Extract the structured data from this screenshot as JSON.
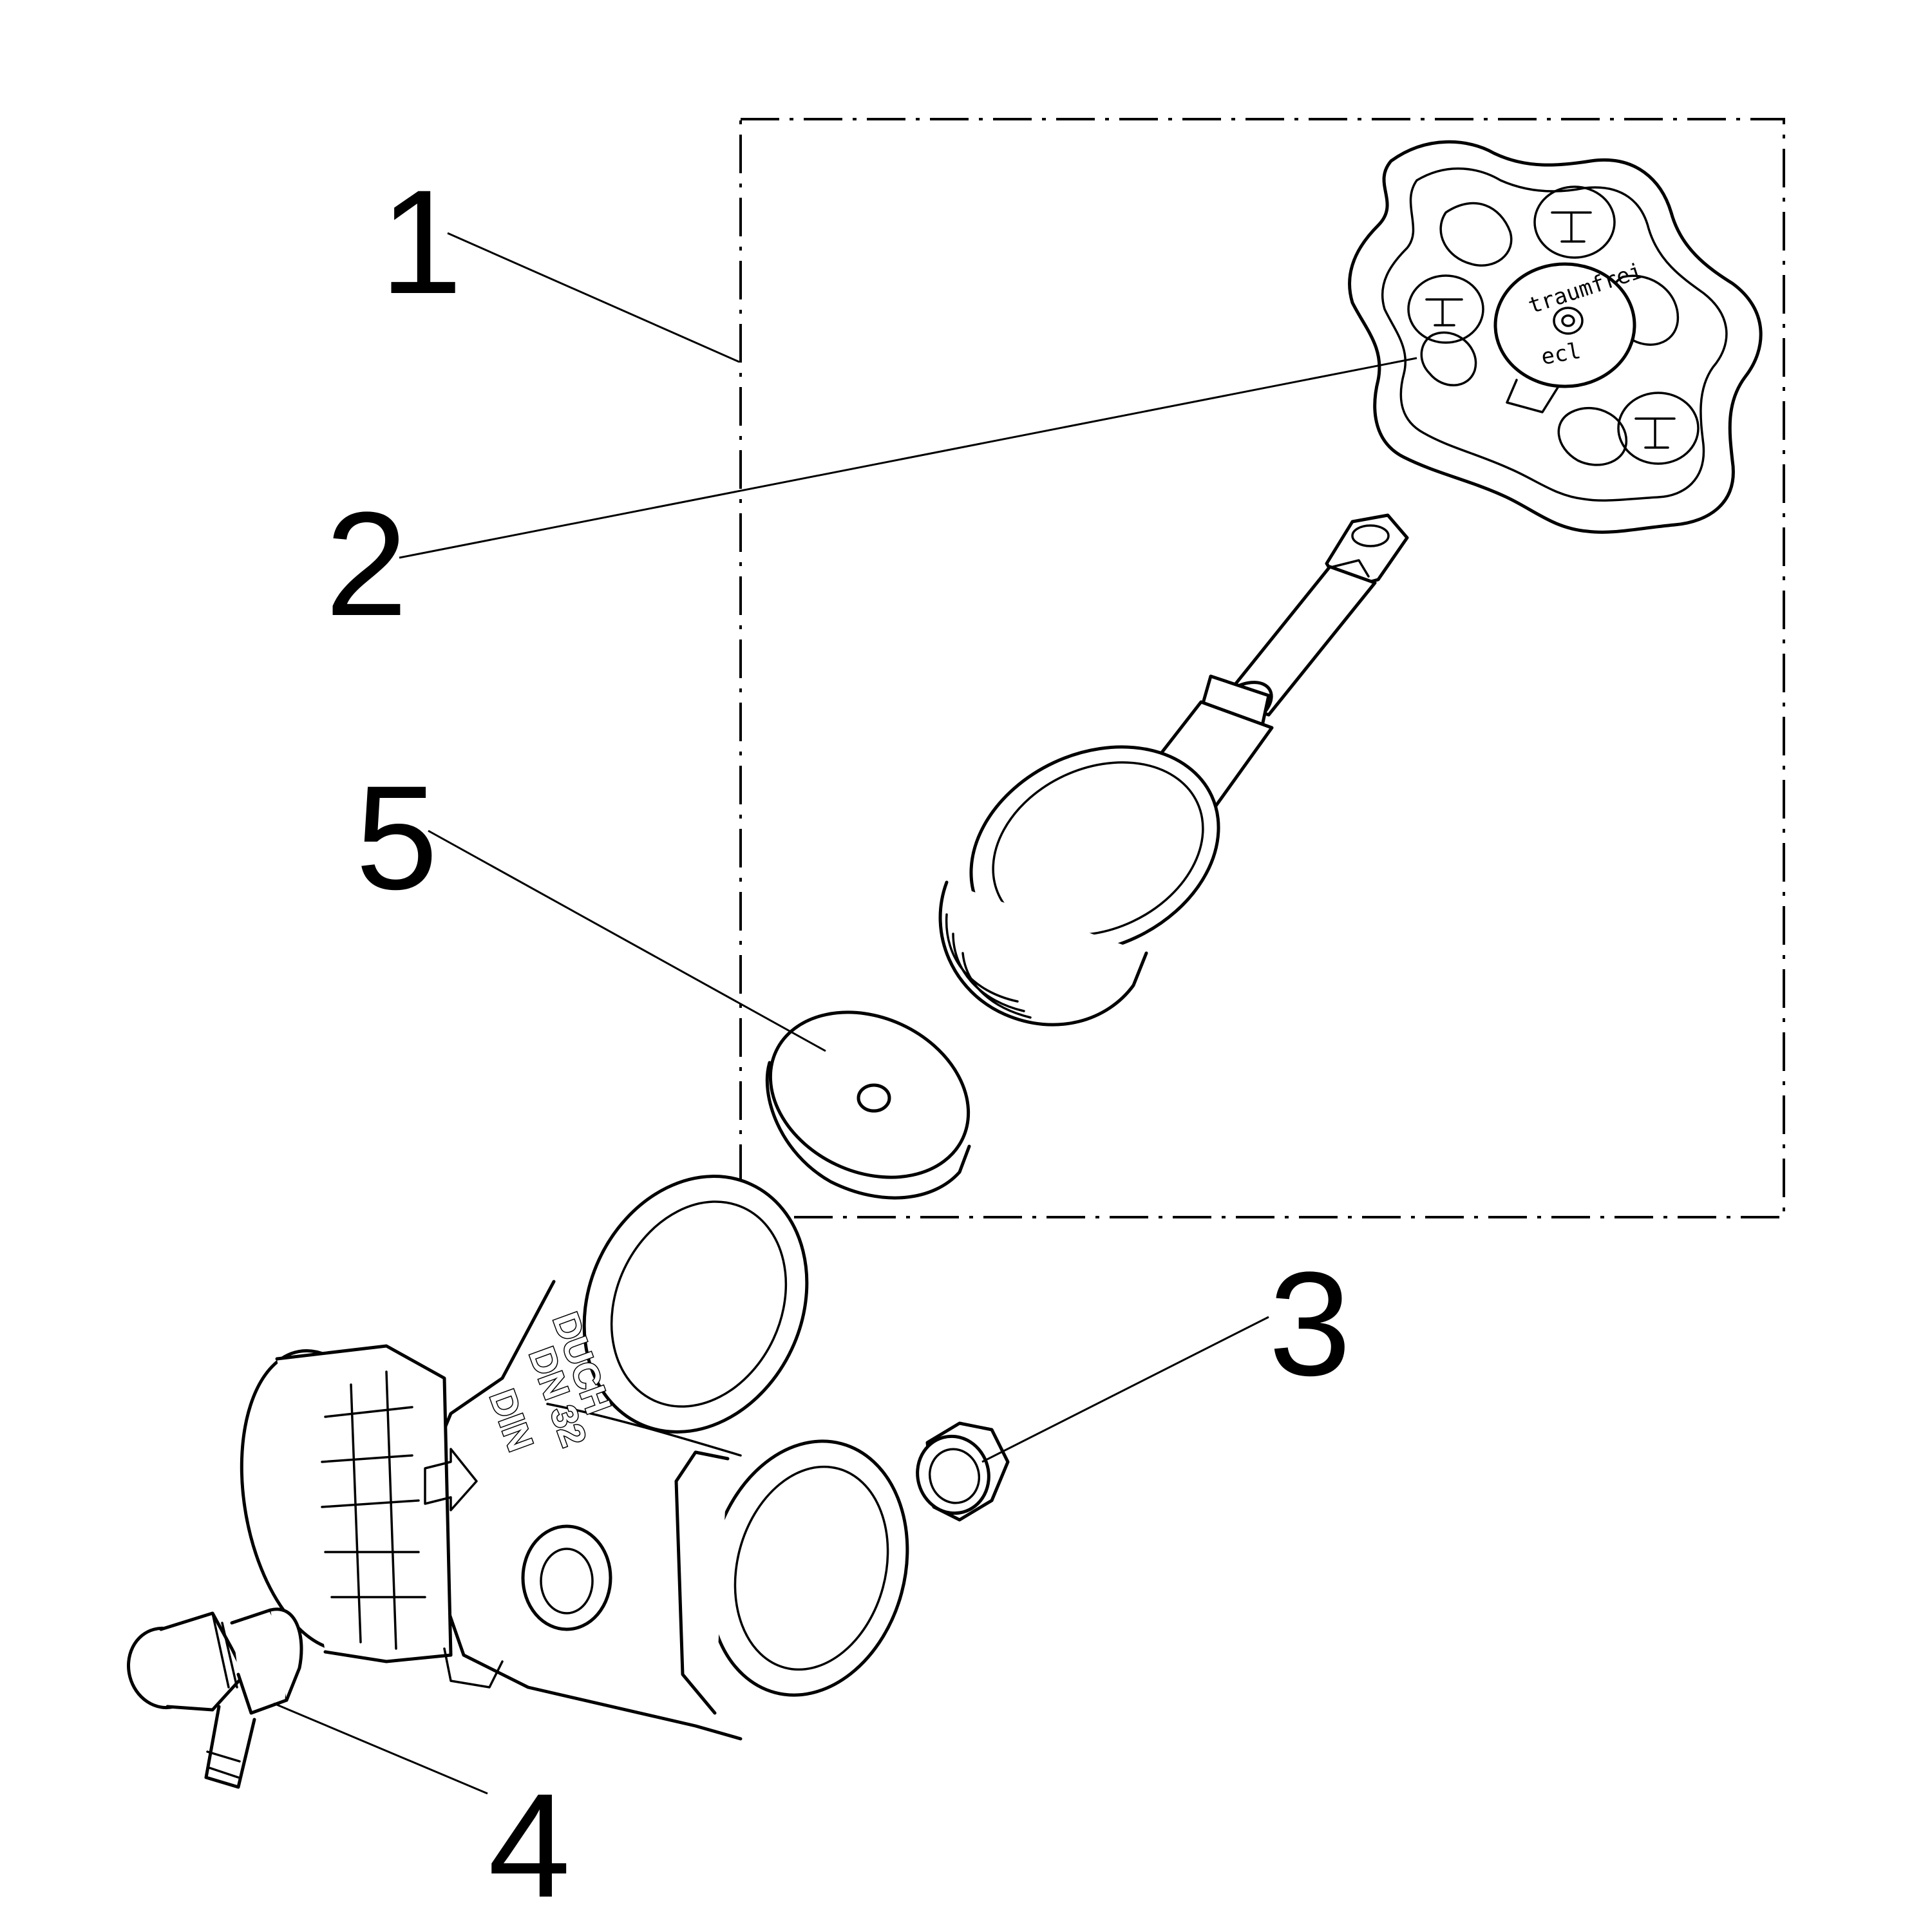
{
  "callouts": {
    "one": "1",
    "two": "2",
    "three": "3",
    "four": "4",
    "five": "5"
  },
  "body_markings": {
    "brand": "DUCH",
    "size": "DN 32",
    "standard": "DIN"
  },
  "handwheel_markings": {
    "ring_text": "traumfrei",
    "letters": "ecl"
  },
  "colors": {
    "line": "#000000",
    "background": "#ffffff"
  }
}
